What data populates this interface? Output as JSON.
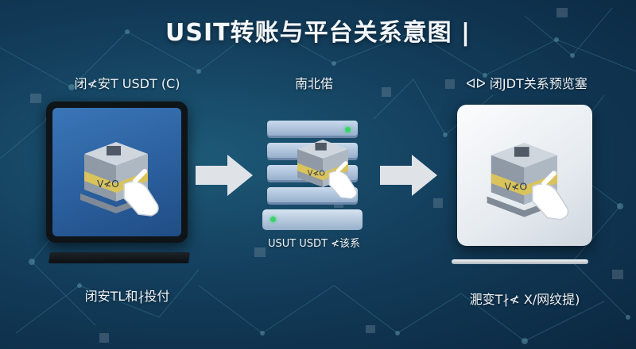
{
  "title": "USIT转账与平台关系意图 |",
  "columns": [
    {
      "label": "闭≮安T USDT (C)",
      "caption": "闭安TL和∤投付"
    },
    {
      "label": "南北偌",
      "caption": "USUT USDT ≮该系"
    },
    {
      "label": "ᐊᐅ 闭JDT关系预览塞",
      "caption": "淝变T∤≮ X/网纹提)"
    }
  ],
  "box_label": "ᐯ≮O",
  "colors": {
    "background": "#133e5c",
    "box_gray": "#8f9aa6",
    "box_tape": "#d9c35a",
    "arrow": "#dfe3e8"
  }
}
